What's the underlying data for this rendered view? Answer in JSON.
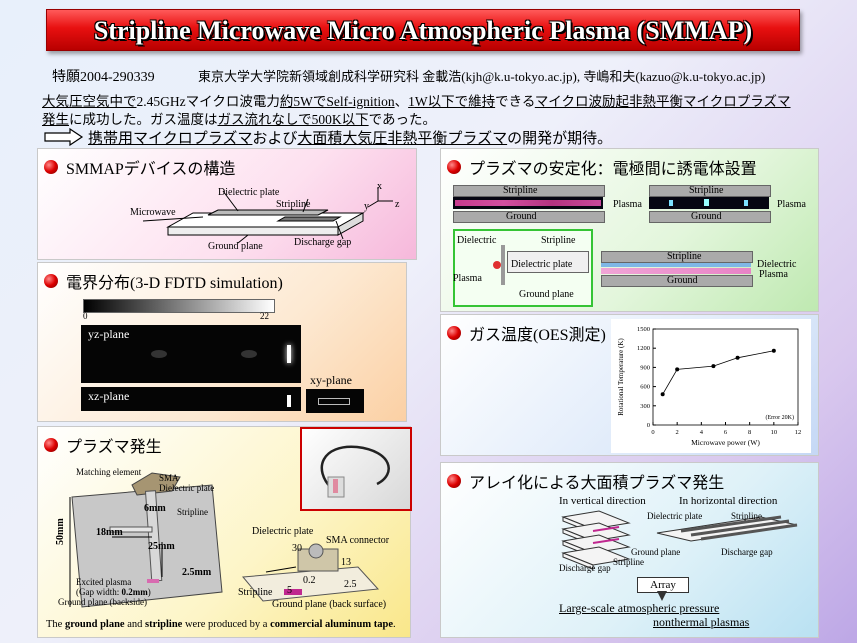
{
  "title": "Stripline Microwave Micro Atmospheric Plasma (SMMAP)",
  "header": {
    "patent": "特願2004-290339",
    "affiliation": "東京大学大学院新領域創成科学研究科  金載浩(kjh@k.u-tokyo.ac.jp), 寺嶋和夫(kazuo@k.u-tokyo.ac.jp)"
  },
  "summary": {
    "line1_parts": [
      "大気圧空気中で",
      "2.45GHzマイクロ波電力",
      "約5WでSelf-ignition",
      "、",
      "1W以下で維持",
      "できる",
      "マイクロ波励起非熱平衡マイクロプラズマ"
    ],
    "line2_parts": [
      "発生",
      "に成功した。ガス温度は",
      "ガス流れなしで500K以下",
      "であった。"
    ],
    "expect_parts": [
      "携帯用マイクロプラズマ",
      "および",
      "大面積大気圧非熱平衡プラズマ",
      "の開発が期待。"
    ]
  },
  "sections": {
    "structure": {
      "title": "SMMAPデバイスの構造",
      "labels": {
        "dielectric": "Dielectric plate",
        "stripline": "Stripline",
        "microwave": "Microwave",
        "ground": "Ground plane",
        "gap": "Discharge gap",
        "x": "x",
        "y": "y",
        "z": "z"
      }
    },
    "field": {
      "title": "電界分布(3-D FDTD simulation)",
      "scale_min": "0",
      "scale_max": "22",
      "yz": "yz-plane",
      "xz": "xz-plane",
      "xy": "xy-plane"
    },
    "generation": {
      "title": "プラズマ発生",
      "labels": {
        "matching": "Matching element",
        "sma": "SMA",
        "dielectric": "Dielectric plate",
        "d6": "6mm",
        "stripline": "Stripline",
        "d50": "50mm",
        "d18": "18mm",
        "d25": "25mm",
        "d25b": "2.5mm",
        "excited": "Excited plasma",
        "gapw_pre": "(Gap width: ",
        "gapw_val": "0.2mm",
        "gapw_post": ")",
        "groundback": "Ground plane (backside)",
        "dielectric2": "Dielectric plate",
        "smaconn": "SMA connector",
        "n30": "30",
        "n13": "13",
        "n02": "0.2",
        "n25": "2.5",
        "n5": "5",
        "stripline2": "Stripline",
        "groundback2": "Ground plane (back surface)"
      },
      "footer_parts": [
        "The ",
        "ground plane",
        " and ",
        "stripline",
        " were produced by a ",
        "commercial aluminum tape",
        "."
      ]
    },
    "stabilization": {
      "title": "プラズマの安定化：電極間に誘電体設置",
      "labels": {
        "stripline": "Stripline",
        "ground": "Ground",
        "plasma": "Plasma",
        "dielectric": "Dielectric",
        "dielectric_plate": "Dielectric plate",
        "ground_plane": "Ground plane"
      }
    },
    "gas_temp": {
      "title": "ガス温度(OES測定)"
    },
    "array": {
      "title": "アレイ化による大面積プラズマ発生",
      "labels": {
        "vertical": "In vertical direction",
        "horizontal": "In horizontal direction",
        "dielectric": "Dielectric plate",
        "stripline": "Stripline",
        "ground": "Ground plane",
        "gap": "Discharge gap",
        "gap2": "Discharge gap",
        "stripline2": "Stripline",
        "array": "Array",
        "large1": "Large-scale atmospheric pressure",
        "large2": "nonthermal plasmas"
      }
    }
  },
  "chart_data": {
    "type": "scatter",
    "xlabel": "Microwave power (W)",
    "ylabel": "Rotational Temperature (K)",
    "annotation": "(Error 20K)",
    "xlim": [
      0,
      12
    ],
    "ylim": [
      0,
      1500
    ],
    "x_ticks": [
      "0",
      "2",
      "4",
      "6",
      "8",
      "10",
      "12"
    ],
    "y_ticks": [
      "0",
      "300",
      "600",
      "900",
      "1200",
      "1500"
    ],
    "series": [
      {
        "x": [
          0.8,
          2,
          5,
          7,
          10
        ],
        "y": [
          480,
          870,
          920,
          1050,
          1160
        ]
      }
    ],
    "line": "connected"
  },
  "colors": {
    "title_red": "#e81010",
    "bullet": "#d00",
    "panel_pink": "#fbd4ea",
    "panel_orange": "#fde5c8",
    "panel_yellow": "#fdf3bf",
    "panel_green": "#d8f3cf",
    "panel_blue": "#cfe0f7",
    "panel_cyan": "#d7eff8",
    "box_green": "#35c435",
    "plasma_magenta": "#c0288f"
  }
}
